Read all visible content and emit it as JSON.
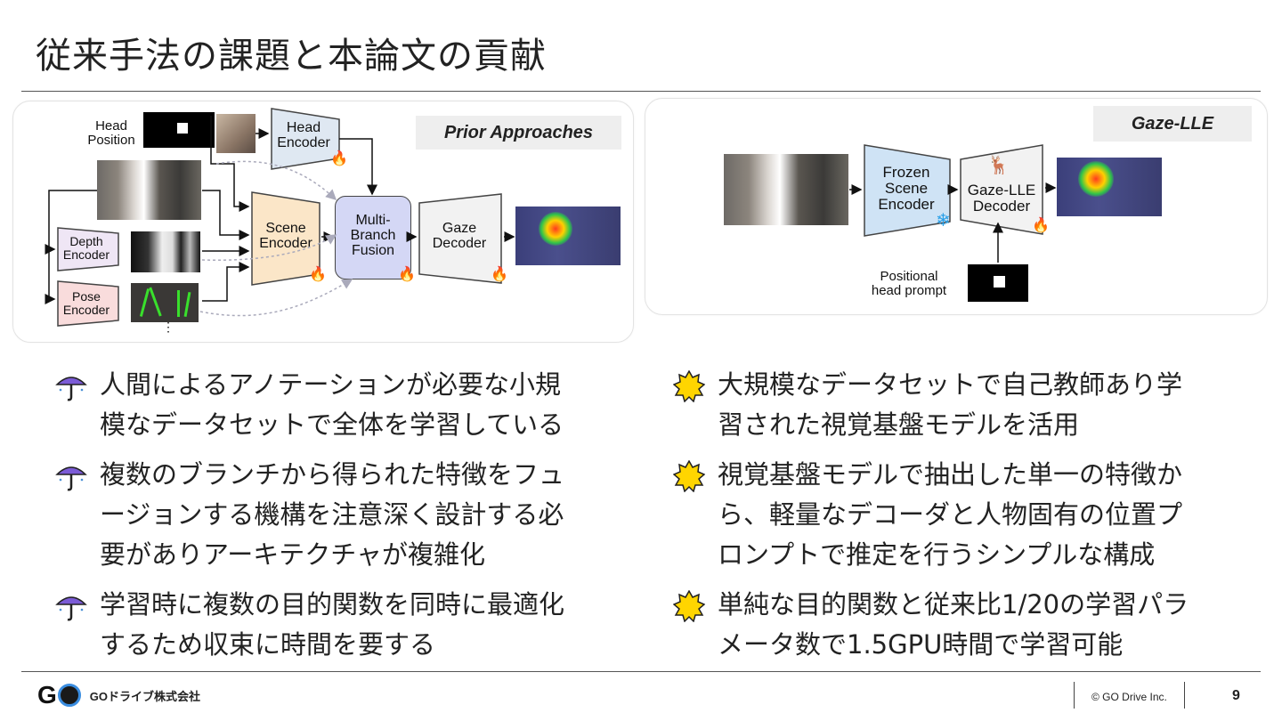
{
  "slide": {
    "title": "従来手法の課題と本論文の貢献",
    "page_number": "9"
  },
  "left_figure": {
    "tag": "Prior Approaches",
    "head_position": "Head\nPosition",
    "head_encoder": "Head\nEncoder",
    "scene_encoder": "Scene\nEncoder",
    "fusion": "Multi-\nBranch\nFusion",
    "gaze_decoder": "Gaze\nDecoder",
    "depth_encoder": "Depth\nEncoder",
    "pose_encoder": "Pose\nEncoder",
    "ellipsis": "⋮"
  },
  "right_figure": {
    "tag": "Gaze-LLE",
    "frozen_encoder": "Frozen\nScene\nEncoder",
    "decoder": "Gaze-LLE\nDecoder",
    "prompt": "Positional\nhead prompt"
  },
  "left_bullets": [
    {
      "icon": "umbrella-icon",
      "text": "人間によるアノテーションが必要な小規\n模なデータセットで全体を学習している"
    },
    {
      "icon": "umbrella-icon",
      "text": "複数のブランチから得られた特徴をフュ\nージョンする機構を注意深く設計する必\n要がありアーキテクチャが複雑化"
    },
    {
      "icon": "umbrella-icon",
      "text": "学習時に複数の目的関数を同時に最適化\nするため収束に時間を要する"
    }
  ],
  "right_bullets": [
    {
      "icon": "sun-icon",
      "text": "大規模なデータセットで自己教師あり学\n習された視覚基盤モデルを活用"
    },
    {
      "icon": "sun-icon",
      "text": "視覚基盤モデルで抽出した単一の特徴か\nら、軽量なデコーダと人物固有の位置プ\nロンプトで推定を行うシンプルな構成"
    },
    {
      "icon": "sun-icon",
      "text": "単純な目的関数と従来比1/20の学習パラ\nメータ数で1.5GPU時間で学習可能"
    }
  ],
  "footer": {
    "logo_mark": "G",
    "company": "GOドライブ株式会社",
    "copyright": "© GO Drive Inc."
  },
  "colors": {
    "head_encoder": "#dfe8f2",
    "scene_encoder": "#fbe6c8",
    "fusion": "#d4d7f5",
    "depth_encoder": "#efe6f5",
    "pose_encoder": "#f9dcdc",
    "frozen_encoder": "#cfe3f5",
    "umbrella": "#7b5bd6",
    "sun": "#ffd500"
  }
}
